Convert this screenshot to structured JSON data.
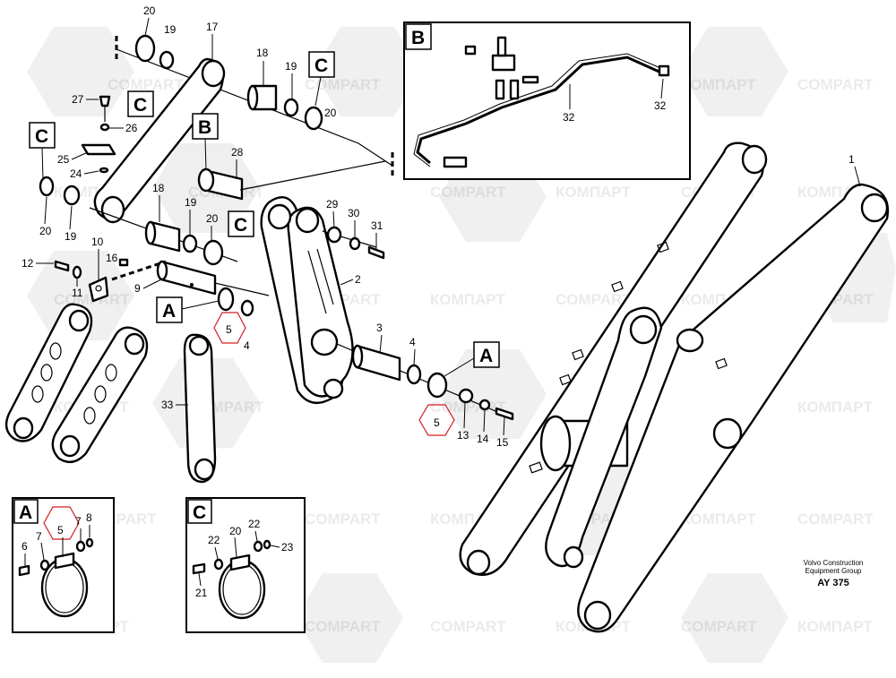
{
  "watermarks": [
    "COMPART",
    "КОМПАРТ"
  ],
  "credit": {
    "line1": "Volvo Construction",
    "line2": "Equipment Group",
    "code": "AY 375"
  },
  "boxes": {
    "A": "A",
    "B": "B",
    "C": "C"
  },
  "callouts": {
    "n1": "1",
    "n2": "2",
    "n3": "3",
    "n4": "4",
    "n5": "5",
    "n6": "6",
    "n7": "7",
    "n8": "8",
    "n9": "9",
    "n10": "10",
    "n11": "11",
    "n12": "12",
    "n13": "13",
    "n14": "14",
    "n15": "15",
    "n16": "16",
    "n17": "17",
    "n18": "18",
    "n19": "19",
    "n20": "20",
    "n21": "21",
    "n22": "22",
    "n23": "23",
    "n24": "24",
    "n25": "25",
    "n26": "26",
    "n27": "27",
    "n28": "28",
    "n29": "29",
    "n30": "30",
    "n31": "31",
    "n32": "32",
    "n33": "33"
  },
  "colors": {
    "highlight": "#d21e1e",
    "ink": "#000000",
    "paper": "#ffffff"
  }
}
